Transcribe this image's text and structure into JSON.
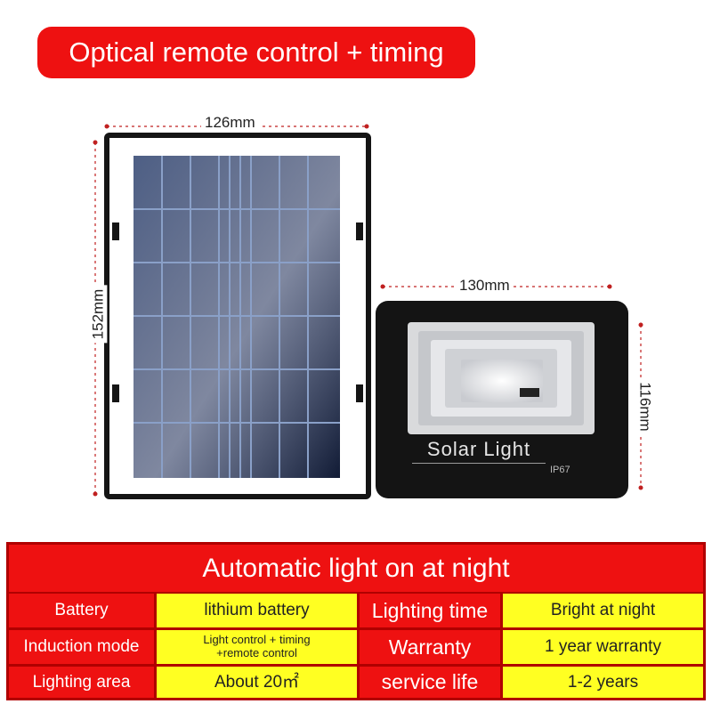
{
  "banner": {
    "title": "Optical remote control + timing"
  },
  "product": {
    "panel_width": "126mm",
    "panel_height": "152mm",
    "light_width": "130mm",
    "light_height": "116mm",
    "light_label": "Solar Light",
    "light_rating": "IP67"
  },
  "spec": {
    "header": "Automatic light on at night",
    "rows": [
      {
        "k1": "Battery",
        "v1": "lithium battery",
        "k2": "Lighting time",
        "v2": "Bright at night"
      },
      {
        "k1": "Induction mode",
        "v1a": "Light control + timing",
        "v1b": "+remote control",
        "k2": "Warranty",
        "v2": "1 year warranty"
      },
      {
        "k1": "Lighting area",
        "v1": "About 20㎡",
        "k2": "service life",
        "v2": "1-2 years"
      }
    ]
  },
  "colors": {
    "accent_red": "#ee1111",
    "cell_yellow": "#ffff22",
    "frame_dark": "#111111",
    "panel_blue": "#1d2a4a"
  }
}
